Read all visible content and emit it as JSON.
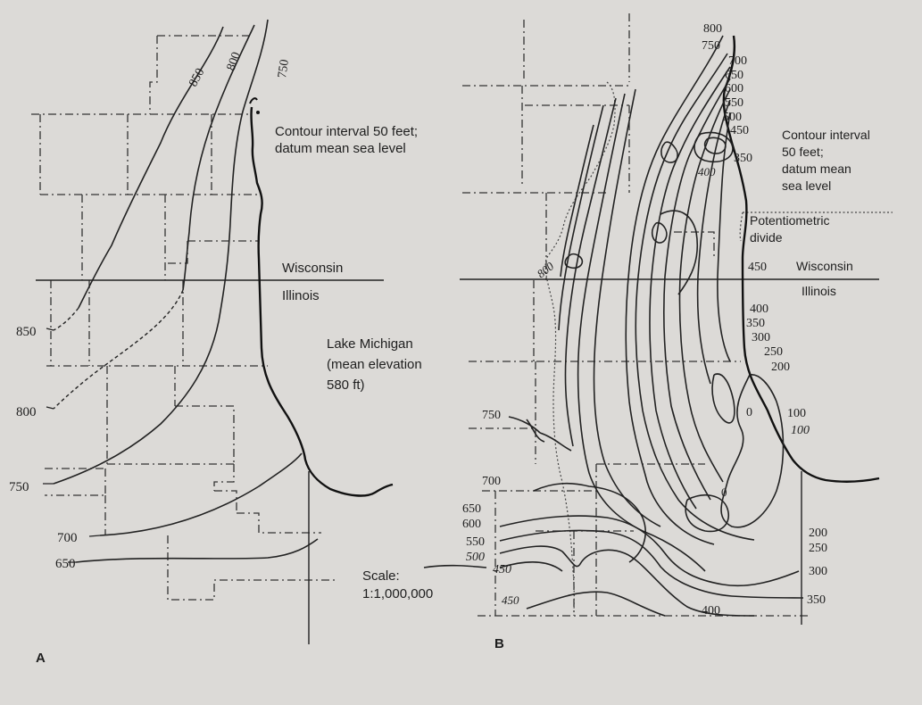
{
  "panel_a": {
    "letter": "A",
    "note_line1": "Contour interval 50 feet;",
    "note_line2": "datum mean sea level",
    "state_north": "Wisconsin",
    "state_south": "Illinois",
    "lake_line1": "Lake Michigan",
    "lake_line2": "(mean elevation",
    "lake_line3": "580 ft)",
    "scale_line1": "Scale:",
    "scale_line2": "1:1,000,000",
    "contours": {
      "c850_top": "850",
      "c800_top": "800",
      "c750_top": "750",
      "c850_left": "850",
      "c800_left": "800",
      "c750_left": "750",
      "c700": "700",
      "c650": "650"
    }
  },
  "panel_b": {
    "letter": "B",
    "note_line1": "Contour interval",
    "note_line2": "50 feet;",
    "note_line3": "datum mean",
    "note_line4": "sea level",
    "divide_line1": "Potentiometric",
    "divide_line2": "divide",
    "state_north": "Wisconsin",
    "state_south": "Illinois",
    "top_stack": [
      "800",
      "750",
      "700",
      "650",
      "600",
      "550",
      "500",
      "450"
    ],
    "l350": "350",
    "l400_top": "400",
    "l800_left": "800",
    "l450_state": "450",
    "mid_stack": [
      "400",
      "350",
      "300",
      "250",
      "200"
    ],
    "l0_a": "0",
    "l0_b": "0",
    "l100_a": "100",
    "l100_b": "100",
    "l750": "750",
    "l700": "700",
    "left_stack": [
      "650",
      "600",
      "550",
      "500"
    ],
    "l450_a": "450",
    "l450_b": "450",
    "l400_bottom": "400",
    "right_stack": [
      "200",
      "250",
      "300",
      "350"
    ]
  }
}
